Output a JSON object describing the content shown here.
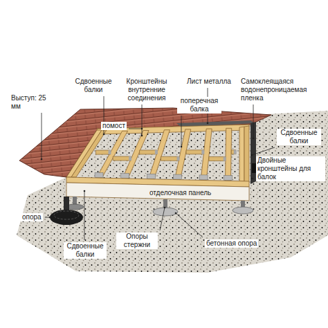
{
  "diagram": {
    "labels": [
      "Сдвоенные балки",
      "Кронштейны внутренние соединения",
      "Лист металла",
      "Самоклеящаяся водонепроницаемая пленка",
      "Выступ: 25 мм",
      "поперечная балка",
      "помост",
      "Сдвоенные балки",
      "Двойные кронштейны для балок",
      "отделочная панель",
      "опора",
      "Сдвоенные балки",
      "Опоры стержни",
      "бетонная опора"
    ]
  }
}
